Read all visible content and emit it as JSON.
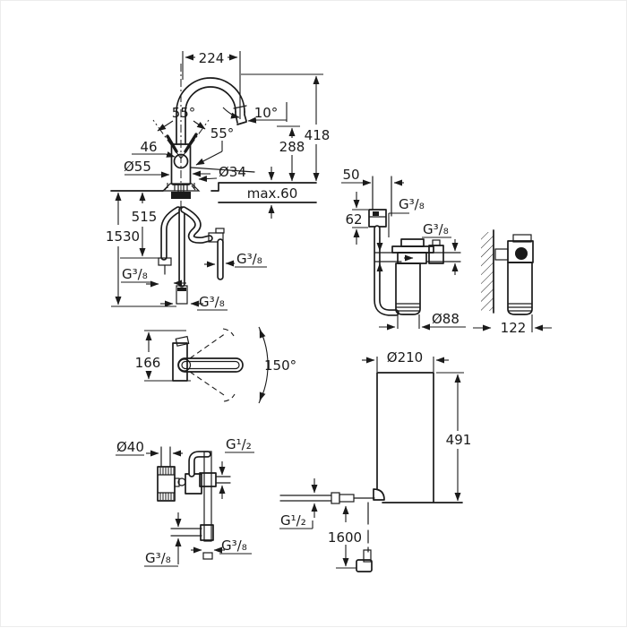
{
  "colors": {
    "line": "#1a1a1a",
    "background": "#ffffff"
  },
  "views": {
    "faucet_front": {
      "dims": {
        "spout_reach": "224",
        "spout_angle": "10°",
        "total_height": "418",
        "outlet_height": "288",
        "lever_angle_top": "55°",
        "lever_angle_side": "55°",
        "lever_offset": "46",
        "body_diameter": "Ø55",
        "hole_diameter": "Ø34",
        "deck_thickness": "max.60",
        "hose_length_short": "515",
        "hose_length_long": "1530",
        "thread_left": "G³/₈",
        "thread_right": "G³/₈",
        "thread_bottom": "G³/₈"
      }
    },
    "faucet_top": {
      "dims": {
        "body_depth": "166",
        "swivel_range": "150°"
      }
    },
    "filter_front": {
      "dims": {
        "box_width": "50",
        "box_height": "62",
        "thread_inlet": "G³/₈",
        "thread_outlet": "G³/₈",
        "cartridge_diameter": "Ø88"
      }
    },
    "filter_side": {
      "dims": {
        "wall_depth": "122"
      }
    },
    "valve_assembly": {
      "dims": {
        "cylinder_diameter": "Ø40",
        "thread_top": "G¹/₂",
        "thread_branch": "G³/₈",
        "thread_bottom": "G³/₈"
      }
    },
    "boiler": {
      "dims": {
        "tank_diameter": "Ø210",
        "tank_height": "491",
        "thread_inlet": "G¹/₂",
        "cable_length": "1600"
      }
    }
  }
}
